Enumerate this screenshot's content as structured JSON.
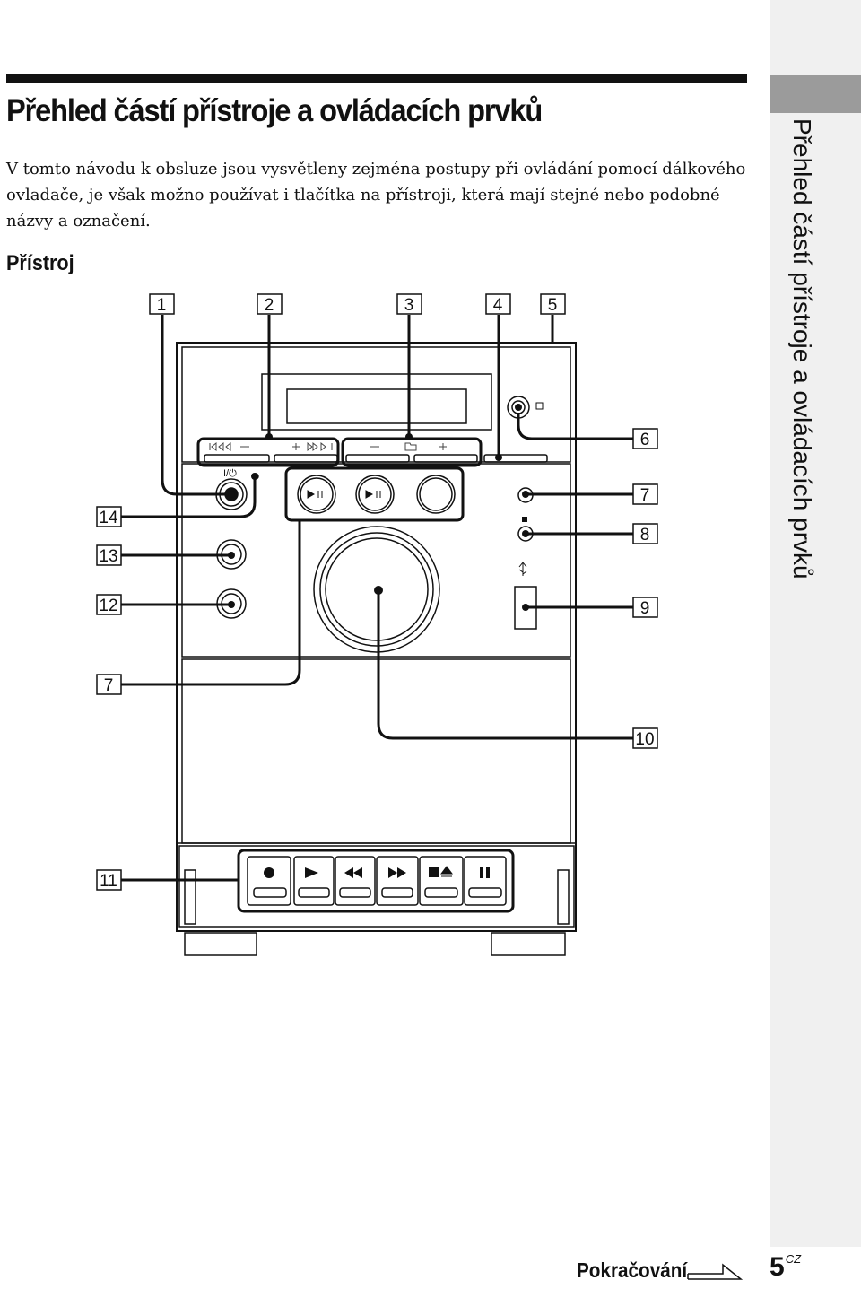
{
  "heading": {
    "title": "Přehled částí přístroje a ovládacích prvků",
    "intro": "V tomto návodu k obsluze jsou vysvětleny zejména postupy při ovládání pomocí dálkového ovladače, je však možno používat i tlačítka na přístroji, která mají stejné nebo podobné názvy a označení.",
    "section": "Přístroj"
  },
  "side_tab": {
    "text": "Přehled částí přístroje a ovládacích prvků"
  },
  "callouts": {
    "c1": "1",
    "c2": "2",
    "c3": "3",
    "c4": "4",
    "c5": "5",
    "c6": "6",
    "c7a": "7",
    "c8": "8",
    "c9": "9",
    "c10": "10",
    "c11": "11",
    "c12": "12",
    "c13": "13",
    "c14": "14",
    "c7b": "7"
  },
  "device_icons": {
    "power": "power-icon",
    "timer": "timer-indicator-icon",
    "skip_back": "skip-back-icon",
    "skip_fwd": "skip-forward-icon",
    "folder": "folder-icon",
    "play_pause": "play-pause-icon",
    "stop": "stop-icon",
    "usb": "usb-icon",
    "record": "record-icon",
    "play": "play-icon",
    "rewind": "rewind-icon",
    "fast_forward": "fast-forward-icon",
    "stop_eject": "stop-eject-icon",
    "pause": "pause-icon"
  },
  "footer": {
    "continued": "Pokračování",
    "page_number": "5",
    "page_suffix": "CZ"
  }
}
